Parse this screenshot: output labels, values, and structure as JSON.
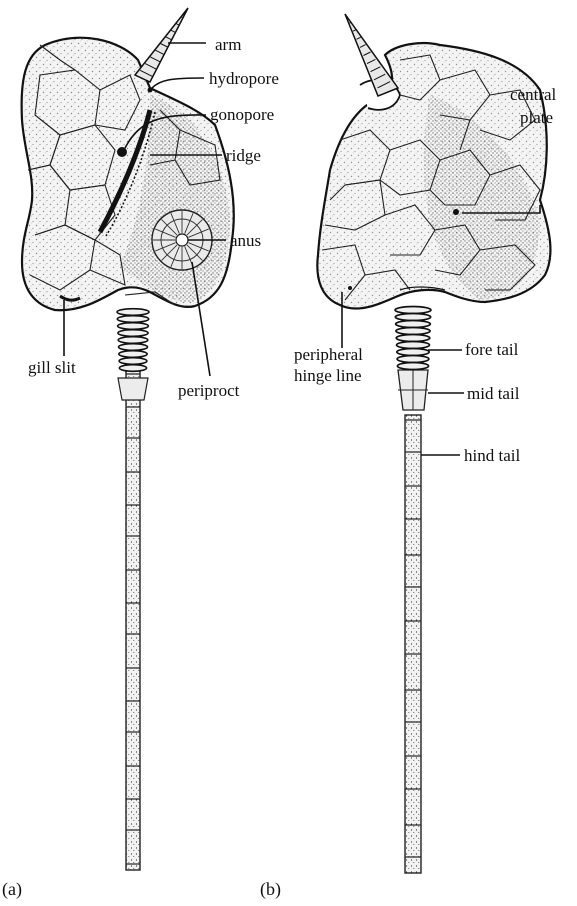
{
  "panels": {
    "a": "(a)",
    "b": "(b)"
  },
  "labels_a": {
    "arm": "arm",
    "hydropore": "hydropore",
    "gonopore": "gonopore",
    "ridge": "ridge",
    "anus": "anus",
    "gill_slit": "gill slit",
    "periproct": "periproct"
  },
  "labels_b": {
    "central_plate_1": "central",
    "central_plate_2": "plate",
    "peripheral_1": "peripheral",
    "peripheral_2": "hinge line",
    "fore_tail": "fore tail",
    "mid_tail": "mid tail",
    "hind_tail": "hind tail"
  }
}
